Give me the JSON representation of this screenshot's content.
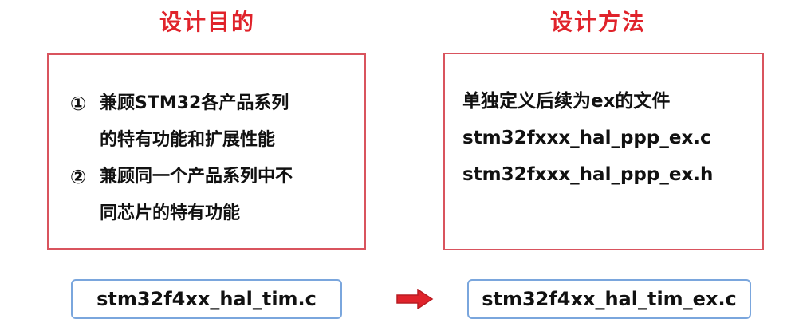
{
  "left": {
    "heading": "设计目的",
    "items": [
      {
        "marker": "①",
        "lines": [
          "兼顾STM32各产品系列",
          "的特有功能和扩展性能"
        ]
      },
      {
        "marker": "②",
        "lines": [
          "兼顾同一个产品系列中不",
          "同芯片的特有功能"
        ]
      }
    ],
    "file": "stm32f4xx_hal_tim.c"
  },
  "right": {
    "heading": "设计方法",
    "lines": [
      "单独定义后续为ex的文件",
      "stm32fxxx_hal_ppp_ex.c",
      "stm32fxxx_hal_ppp_ex.h"
    ],
    "file": "stm32f4xx_hal_tim_ex.c"
  },
  "colors": {
    "accent_red": "#e0232b",
    "panel_border": "#d9545e",
    "file_border": "#7aa6dd"
  },
  "icons": {
    "arrow": "right-arrow-icon"
  }
}
